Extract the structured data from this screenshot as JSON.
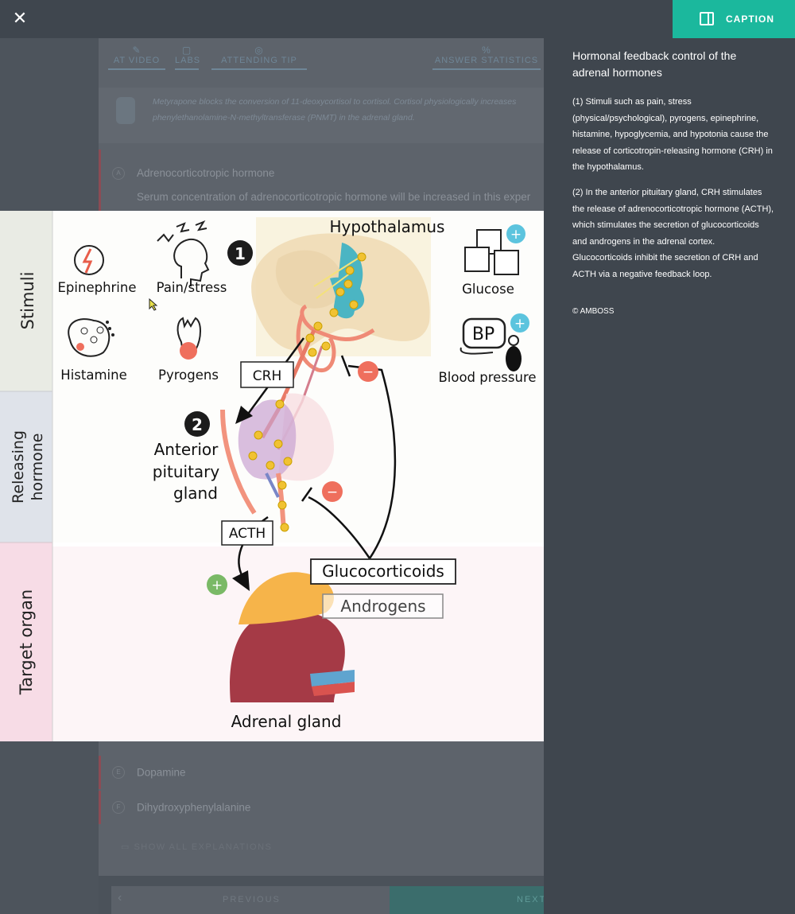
{
  "topbar": {
    "close_icon": "close-icon",
    "caption_label": "CAPTION",
    "caption_icon": "sidebar-panel-icon",
    "caption_color": "#1bb89d"
  },
  "background": {
    "tabs": [
      "AT VIDEO",
      "LABS",
      "ATTENDING TIP",
      "ANSWER STATISTICS"
    ],
    "tip_line1": "Metyrapone blocks the conversion of 11-deoxycortisol to cortisol. Cortisol physiologically increases",
    "tip_line2": "phenylethanolamine-N-methyltransferase (PNMT) in the adrenal gland.",
    "options": [
      {
        "letter": "A",
        "text": "Adrenocorticotropic hormone",
        "explanation": "Serum concentration of adrenocorticotropic hormone will be increased in this exper"
      },
      {
        "letter": "E",
        "text": "Dopamine"
      },
      {
        "letter": "F",
        "text": "Dihydroxyphenylalanine"
      }
    ],
    "show_all": "SHOW ALL EXPLANATIONS",
    "previous": "PREVIOUS",
    "next": "NEXT"
  },
  "caption": {
    "title": "Hormonal feedback control of the adrenal hormones",
    "paragraph1": "(1) Stimuli such as pain, stress (physical/psychological), pyrogens, epinephrine, histamine, hypoglycemia, and hypotonia cause the release of corticotropin-releasing hormone (CRH) in the hypothalamus.",
    "paragraph2": "(2) In the anterior pituitary gland, CRH stimulates the release of adrenocorticotropic hormone (ACTH), which stimulates the secretion of glucocorticoids and androgens in the adrenal cortex. Glucocorticoids inhibit the secretion of CRH and ACTH via a negative feedback loop.",
    "copyright": "© AMBOSS"
  },
  "figure": {
    "rows": [
      "Stimuli",
      "Releasing hormone",
      "Target organ"
    ],
    "stimuli": [
      "Epinephrine",
      "Pain/stress",
      "Histamine",
      "Pyrogens",
      "Glucose",
      "Blood pressure"
    ],
    "bp_label": "BP",
    "step1": "1",
    "step2": "2",
    "hypothalamus": "Hypothalamus",
    "crh": "CRH",
    "pituitary_l1": "Anterior",
    "pituitary_l2": "pituitary",
    "pituitary_l3": "gland",
    "acth": "ACTH",
    "glucocorticoids": "Glucocorticoids",
    "androgens": "Androgens",
    "adrenal": "Adrenal gland",
    "plus": "+",
    "minus": "−"
  }
}
